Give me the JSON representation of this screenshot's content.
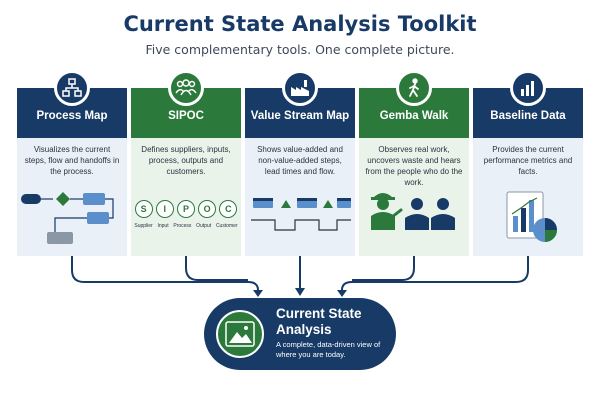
{
  "header": {
    "title": "Current State Analysis Toolkit",
    "subtitle": "Five complementary tools. One complete picture."
  },
  "tools": [
    {
      "title": "Process Map",
      "description": "Visualizes the current steps, flow and handoffs in the process.",
      "icon": "flowchart-icon"
    },
    {
      "title": "SIPOC",
      "description": "Defines suppliers, inputs, process, outputs and customers.",
      "icon": "group-icon",
      "letters": [
        "S",
        "I",
        "P",
        "O",
        "C"
      ],
      "labels": [
        "Supplier",
        "Input",
        "Process",
        "Output",
        "Customer"
      ]
    },
    {
      "title": "Value Stream Map",
      "description": "Shows value-added and non-value-added steps, lead times and flow.",
      "icon": "factory-icon"
    },
    {
      "title": "Gemba Walk",
      "description": "Observes real work, uncovers waste and hears from the people who do the work.",
      "icon": "walking-person-icon"
    },
    {
      "title": "Baseline Data",
      "description": "Provides the current performance metrics and facts.",
      "icon": "bar-chart-icon"
    }
  ],
  "result": {
    "title": "Current State Analysis",
    "subtitle": "A complete, data-driven view of where you are today.",
    "icon": "mountain-icon"
  },
  "colors": {
    "navy": "#173a66",
    "green": "#2b7a3b",
    "light_blue": "#e9f0f7",
    "light_green": "#eaf3ea",
    "accent_blue": "#5b8fcb"
  }
}
